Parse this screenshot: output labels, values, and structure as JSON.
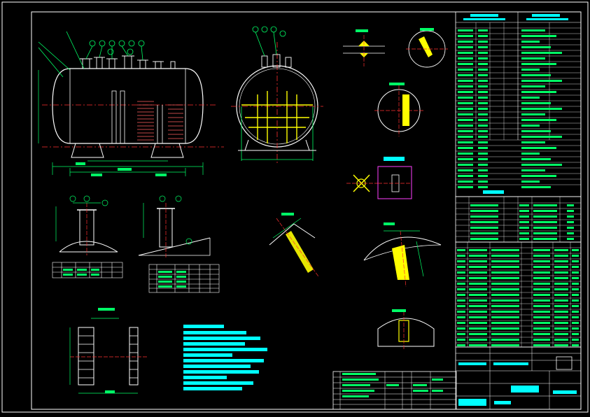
{
  "drawing": {
    "background": "#000000",
    "colors": {
      "frame": "#ffffff",
      "outline": "#ffffff",
      "center_line": "#ff3030",
      "dimension": "#00ff66",
      "note_text": "#00ffff",
      "weld_fill": "#ffff00",
      "hatch": "#ff6060",
      "magenta": "#ff40ff",
      "table_line": "#ffffff"
    },
    "views": {
      "front_view": "horizontal-vessel-front-view",
      "end_view": "vessel-end-view-with-internals",
      "nozzle_detail_a": "nozzle-detail-a",
      "nozzle_detail_b": "nozzle-detail-b",
      "ladder_detail": "ladder-detail",
      "weld_detail_1": "weld-detail-1",
      "weld_detail_2": "weld-detail-2",
      "support_detail": "support-detail",
      "lifting_lug_detail": "lifting-lug-detail"
    },
    "note_blocks": 12,
    "icons": {
      "logo": "company-logo-icon"
    }
  }
}
